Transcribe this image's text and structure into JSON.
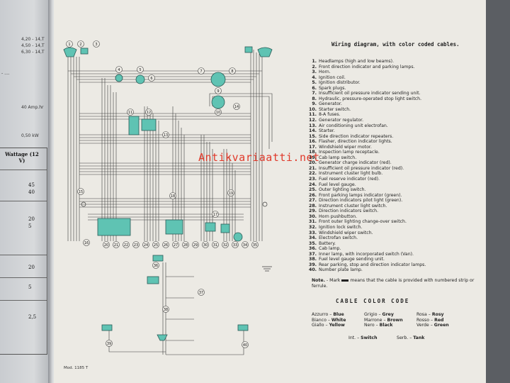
{
  "watermark": "Antikvariaatti.net",
  "footer": "Mod. 1185 T",
  "left_page": {
    "fragments": [
      "4,20 - 14,T",
      "4,50 - 14,T",
      "6,30 - 14,T",
      "40 Amp.hr",
      "0,50 kW",
      "- ...."
    ],
    "table_header": "Wattage (12 V)",
    "values": [
      "45",
      "40",
      "20",
      "5",
      "20",
      "5",
      "2,5"
    ]
  },
  "title": "Wiring diagram, with color coded cables.",
  "legend": [
    {
      "n": "1.",
      "t": "Headlamps (high and low beams)."
    },
    {
      "n": "2.",
      "t": "Front direction indicator and parking lamps."
    },
    {
      "n": "3.",
      "t": "Horn."
    },
    {
      "n": "4.",
      "t": "Ignition coil."
    },
    {
      "n": "5.",
      "t": "Ignition distributor."
    },
    {
      "n": "6.",
      "t": "Spark plugs."
    },
    {
      "n": "7.",
      "t": "Insufficient oil pressure indicator sending unit."
    },
    {
      "n": "8.",
      "t": "Hydraulic, pressure-operated stop light switch."
    },
    {
      "n": "9.",
      "t": "Generator."
    },
    {
      "n": "10.",
      "t": "Starter switch."
    },
    {
      "n": "11.",
      "t": "8-A fuses."
    },
    {
      "n": "12.",
      "t": "Generator regulator."
    },
    {
      "n": "13.",
      "t": "Air conditioning unit electrofan."
    },
    {
      "n": "14.",
      "t": "Starter."
    },
    {
      "n": "15.",
      "t": "Side direction indicator repeaters."
    },
    {
      "n": "16.",
      "t": "Flasher, direction indicator lights."
    },
    {
      "n": "17.",
      "t": "Windshield wiper motor."
    },
    {
      "n": "18.",
      "t": "Inspection lamp receptacle."
    },
    {
      "n": "19.",
      "t": "Cab lamp switch."
    },
    {
      "n": "20.",
      "t": "Generator charge indicator (red)."
    },
    {
      "n": "21.",
      "t": "Insufficient oil pressure indicator (red)."
    },
    {
      "n": "22.",
      "t": "Instrument cluster light bulb."
    },
    {
      "n": "23.",
      "t": "Fuel reserve indicator (red)."
    },
    {
      "n": "24.",
      "t": "Fuel level gauge."
    },
    {
      "n": "25.",
      "t": "Outer lighting switch."
    },
    {
      "n": "26.",
      "t": "Front parking lamps indicator (green)."
    },
    {
      "n": "27.",
      "t": "Direction indicators pilot light (green)."
    },
    {
      "n": "28.",
      "t": "Instrument cluster light switch."
    },
    {
      "n": "29.",
      "t": "Direction indicators switch."
    },
    {
      "n": "30.",
      "t": "Horn pushbutton."
    },
    {
      "n": "31.",
      "t": "Front outer lighting change-over switch."
    },
    {
      "n": "32.",
      "t": "Ignition lock switch."
    },
    {
      "n": "33.",
      "t": "Windshield wiper switch."
    },
    {
      "n": "34.",
      "t": "Electrofan switch."
    },
    {
      "n": "35.",
      "t": "Battery."
    },
    {
      "n": "36.",
      "t": "Cab lamp."
    },
    {
      "n": "37.",
      "t": "Inner lamp, with incorporated switch (Van)."
    },
    {
      "n": "38.",
      "t": "Fuel level gauge sending unit."
    },
    {
      "n": "39.",
      "t": "Rear parking, stop and direction indicator lamps."
    },
    {
      "n": "40.",
      "t": "Number plate lamp."
    }
  ],
  "note": {
    "label": "Note.",
    "text_before": "- Mark",
    "text_after": "means that the cable is provided with numbered strip or ferrule."
  },
  "cable_color_code": {
    "title": "CABLE COLOR CODE",
    "columns": [
      [
        {
          "it": "Azzurro",
          "en": "Blue"
        },
        {
          "it": "Bianco",
          "en": "White"
        },
        {
          "it": "Giallo",
          "en": "Yellow"
        }
      ],
      [
        {
          "it": "Grigio",
          "en": "Grey"
        },
        {
          "it": "Marrone",
          "en": "Brown"
        },
        {
          "it": "Nero",
          "en": "Black"
        }
      ],
      [
        {
          "it": "Rosa",
          "en": "Rosy"
        },
        {
          "it": "Rosso",
          "en": "Red"
        },
        {
          "it": "Verde",
          "en": "Green"
        }
      ]
    ],
    "extras": [
      {
        "it": "Int.",
        "en": "Switch"
      },
      {
        "it": "Serb.",
        "en": "Tank"
      }
    ]
  },
  "diagram": {
    "labels": [
      "1",
      "2",
      "3",
      "4",
      "5",
      "6",
      "7",
      "8",
      "9",
      "10",
      "11",
      "12",
      "13",
      "14",
      "15",
      "16",
      "17",
      "18",
      "19",
      "20",
      "21",
      "22",
      "23",
      "24",
      "25",
      "26",
      "27",
      "28",
      "29",
      "30",
      "31",
      "32",
      "33",
      "34",
      "35",
      "36",
      "37",
      "38",
      "39",
      "40"
    ],
    "colors": {
      "component": "#5fc3b3",
      "wire": "#3d3d3d",
      "component_outline": "#2b5a55"
    }
  }
}
